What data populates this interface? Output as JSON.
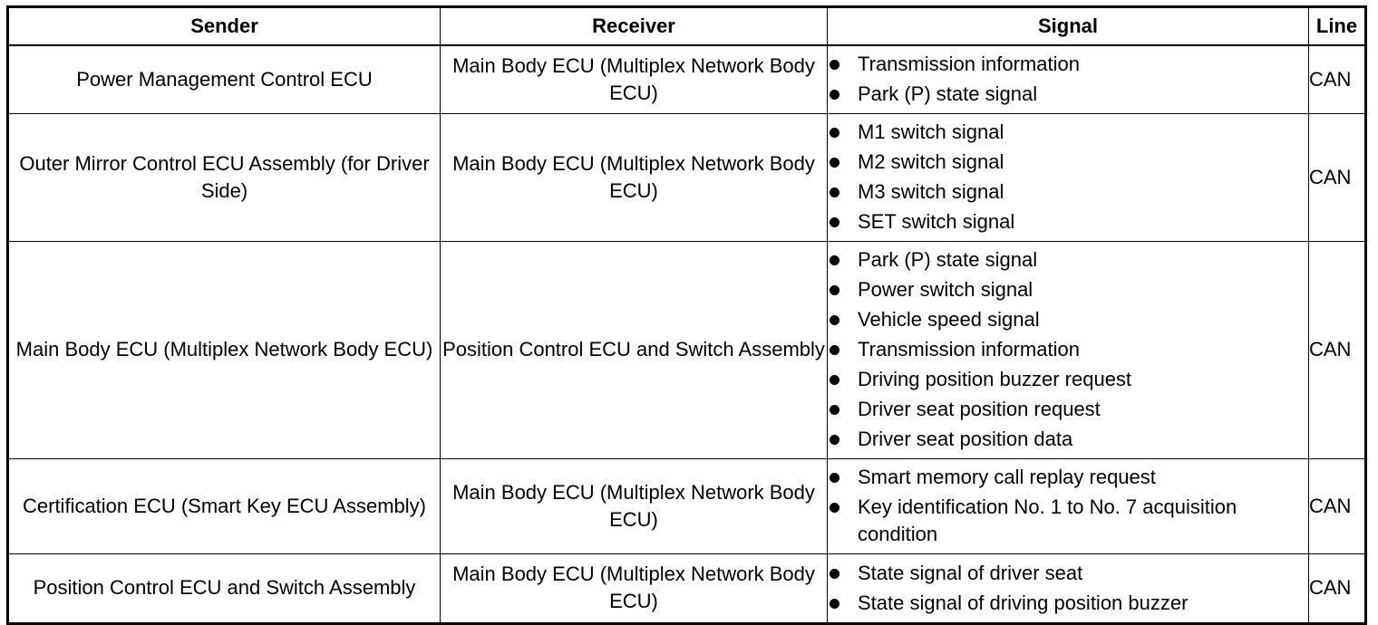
{
  "table": {
    "headers": {
      "sender": "Sender",
      "receiver": "Receiver",
      "signal": "Signal",
      "line": "Line"
    },
    "rows": [
      {
        "sender": "Power Management Control ECU",
        "receiver": "Main Body ECU (Multiplex Network Body ECU)",
        "signals": [
          "Transmission information",
          "Park (P) state signal"
        ],
        "line": "CAN"
      },
      {
        "sender": "Outer Mirror Control ECU Assembly (for Driver Side)",
        "receiver": "Main Body ECU (Multiplex Network Body ECU)",
        "signals": [
          "M1 switch signal",
          "M2 switch signal",
          "M3 switch signal",
          "SET switch signal"
        ],
        "line": "CAN"
      },
      {
        "sender": "Main Body ECU (Multiplex Network Body ECU)",
        "receiver": "Position Control ECU and Switch Assembly",
        "signals": [
          "Park (P) state signal",
          "Power switch signal",
          "Vehicle speed signal",
          "Transmission information",
          "Driving position buzzer request",
          "Driver seat position request",
          "Driver seat position data"
        ],
        "line": "CAN"
      },
      {
        "sender": "Certification ECU (Smart Key ECU Assembly)",
        "receiver": "Main Body ECU (Multiplex Network Body ECU)",
        "signals": [
          "Smart memory call replay request",
          "Key identification No. 1 to No. 7 acquisition condition"
        ],
        "line": "CAN"
      },
      {
        "sender": "Position Control ECU and Switch Assembly",
        "receiver": "Main Body ECU (Multiplex Network Body ECU)",
        "signals": [
          "State signal of driver seat",
          "State signal of driving position buzzer"
        ],
        "line": "CAN"
      }
    ]
  }
}
